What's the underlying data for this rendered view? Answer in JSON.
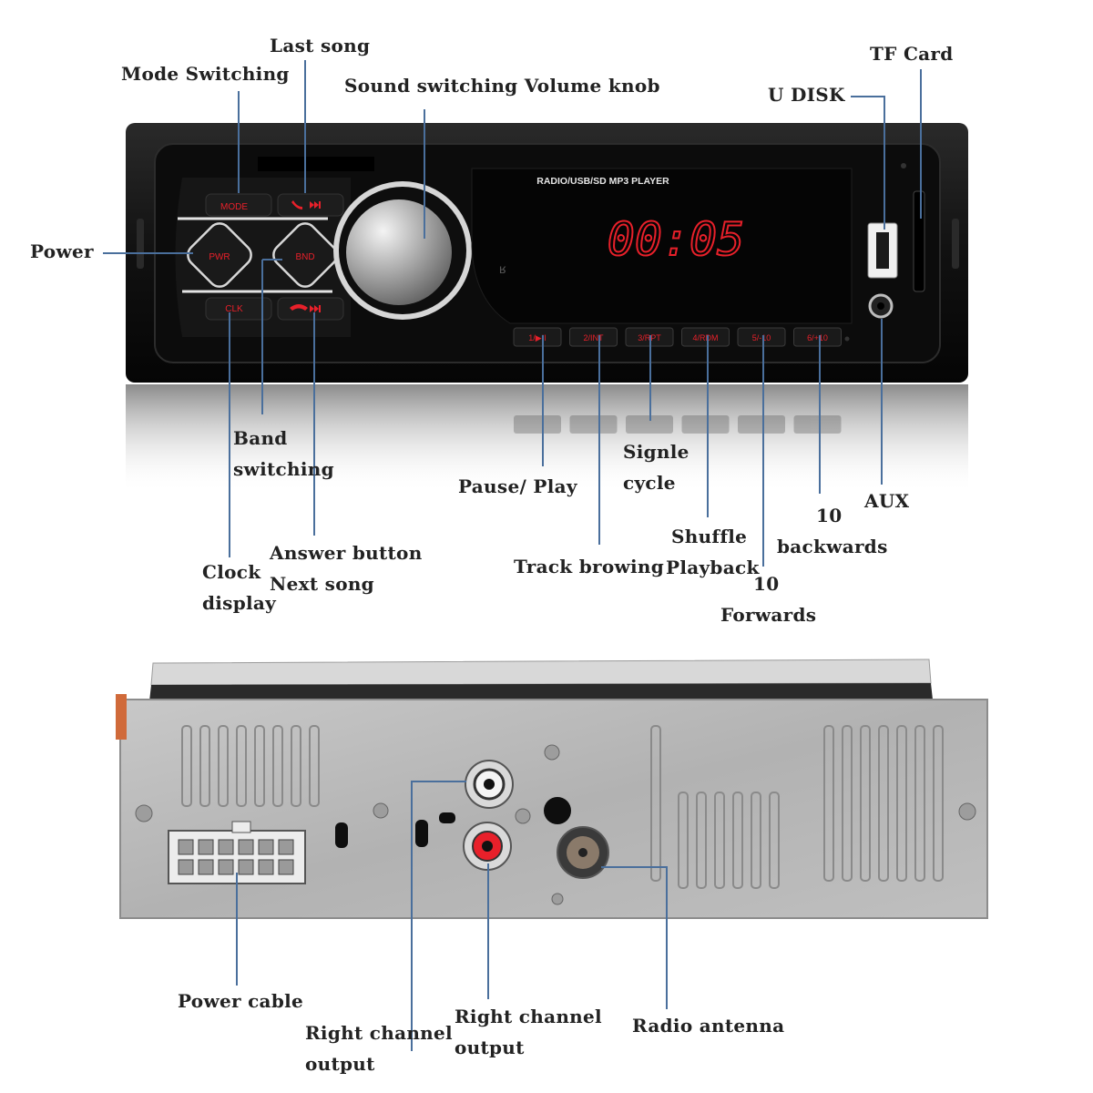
{
  "front": {
    "display_header": "RADIO/USB/SD MP3 PLAYER",
    "time": "00:05",
    "buttons": {
      "mode": "MODE",
      "pwr": "PWR",
      "bnd": "BND",
      "clk": "CLK"
    },
    "presets": [
      "1/▶II",
      "2/INT",
      "3/RPT",
      "4/RDM",
      "5/-10",
      "6/+10"
    ]
  },
  "labels": {
    "last_song": "Last song",
    "mode_switching": "Mode Switching",
    "sound_volume": "Sound switching Volume knob",
    "tf_card": "TF Card",
    "u_disk": "U DISK",
    "power": "Power",
    "band_switching": [
      "Band",
      "switching"
    ],
    "pause_play": "Pause/ Play",
    "single_cycle": [
      "Signle",
      "cycle"
    ],
    "aux": "AUX",
    "ten_backwards": [
      "10",
      "backwards"
    ],
    "shuffle": [
      "Shuffle",
      "Playback"
    ],
    "ten_forwards": [
      "10",
      "Forwards"
    ],
    "track_browsing": "Track browing",
    "answer_next": [
      "Answer button",
      "Next song"
    ],
    "clock_display": [
      "Clock",
      "display"
    ],
    "power_cable": "Power cable",
    "right_channel_1": [
      "Right channel",
      "output"
    ],
    "right_channel_2": [
      "Right channel",
      "output"
    ],
    "radio_antenna": "Radio antenna"
  },
  "colors": {
    "leader_line": "#4a6f9c",
    "led_red": "#e8202a",
    "body_black": "#141414",
    "chassis_grey": "#b7b7b7"
  }
}
